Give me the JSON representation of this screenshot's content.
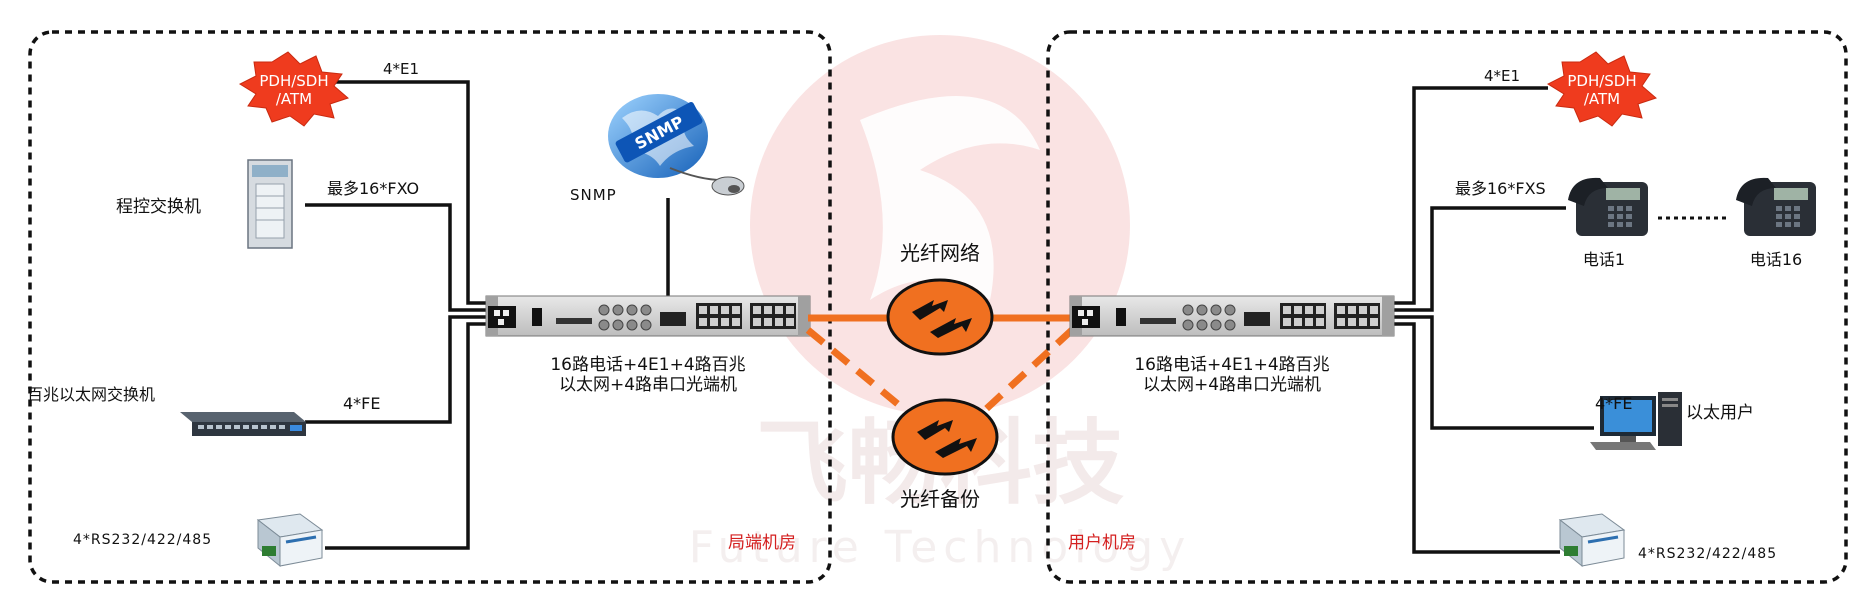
{
  "left_room": {
    "label": "局端机房",
    "pdh_cloud": {
      "line1": "PDH/SDH",
      "line2": "/ATM"
    },
    "e1_label": "4*E1",
    "pbx_label": "程控交换机",
    "fxo_label": "最多16*FXO",
    "switch_label": "百兆以太网交换机",
    "fe_label": "4*FE",
    "rs_label": "4*RS232/422/485",
    "snmp_label": "SNMP",
    "snmp_globe_text": "SNMP",
    "device_caption": {
      "line1": "16路电话+4E1+4路百兆",
      "line2": "以太网+4路串口光端机"
    }
  },
  "right_room": {
    "label": "用户机房",
    "pdh_cloud": {
      "line1": "PDH/SDH",
      "line2": "/ATM"
    },
    "e1_label": "4*E1",
    "fxs_label": "最多16*FXS",
    "phone1_label": "电话1",
    "phone16_label": "电话16",
    "fe_label": "4*FE",
    "pc_label": "以太用户",
    "rs_label": "4*RS232/422/485",
    "device_caption": {
      "line1": "16路电话+4E1+4路百兆",
      "line2": "以太网+4路串口光端机"
    }
  },
  "network": {
    "fiber_label": "光纤网络",
    "backup_label": "光纤备份"
  },
  "watermark": {
    "cn": "飞畅科技",
    "en": "Future Technology"
  },
  "colors": {
    "fiber": "#f07020",
    "cloud": "#ef3b1e",
    "room_label": "#d42020",
    "watermark": "#f0b8b8"
  }
}
